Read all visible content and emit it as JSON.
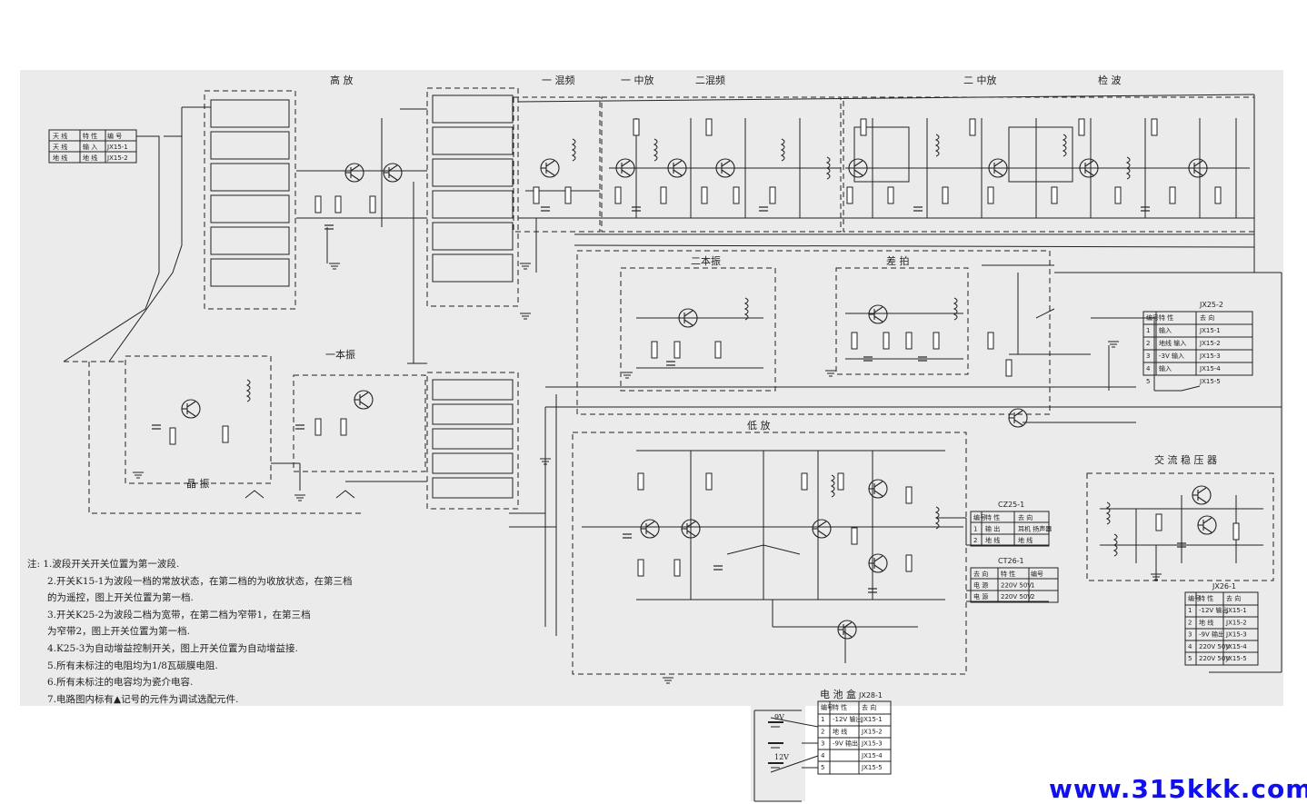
{
  "section_labels": {
    "rf_amp": "高 放",
    "if1": "一 混频",
    "if1_amp": "一 中放",
    "mixer2": "二混频",
    "if2_amp": "二 中放",
    "detect": "检 波",
    "local_osc2": "二本振",
    "aux_osc": "差 拍",
    "local_osc1": "一本振",
    "osc_left": "晶 振",
    "audio": "低 放",
    "power_section": "交 流 稳 压 器",
    "battery_box": "电 池 盒"
  },
  "notes": [
    "注: 1.波段开关开关位置为第一波段.",
    "2.开关K15-1为波段一档的常放状态，在第二档的为收放状态，在第三档",
    "的为遥控，图上开关位置为第一档.",
    "3.开关K25-2为波段二档为宽带，在第二档为窄带1，在第三档",
    "为窄带2，图上开关位置为第一档.",
    "4.K25-3为自动增益控制开关，图上开关位置为自动增益接.",
    "5.所有未标注的电阻均为1/8瓦碳膜电阻.",
    "6.所有未标注的电容均为瓷介电容.",
    "7.电路图内标有▲记号的元件为调试选配元件."
  ],
  "table_jx25_2": {
    "title": "JX25-2",
    "headers": [
      "编号",
      "特 性",
      "去 向"
    ],
    "rows": [
      [
        "1",
        "输入",
        "JX15-1"
      ],
      [
        "2",
        "地线 输入",
        "JX15-2"
      ],
      [
        "3",
        "-3V 输入",
        "JX15-3"
      ],
      [
        "4",
        "输入",
        "JX15-4"
      ],
      [
        "5",
        "",
        "JX15-5"
      ]
    ]
  },
  "table_cz25": {
    "title": "CZ25-1",
    "headers": [
      "编号",
      "特 性",
      "去 向"
    ],
    "rows": [
      [
        "1",
        "输 出",
        "耳机 扬声器"
      ],
      [
        "2",
        "地 线",
        "地 线"
      ]
    ]
  },
  "table_ct": {
    "title": "CT26-1",
    "headers": [
      "去 向",
      "特 性",
      "编号"
    ],
    "rows": [
      [
        "电 源",
        "220V 50V",
        "1"
      ],
      [
        "电 源",
        "220V 50V",
        "2"
      ]
    ]
  },
  "table_jx26": {
    "title": "JX26-1",
    "headers": [
      "编号",
      "特 性",
      "去 向"
    ],
    "rows": [
      [
        "1",
        "-12V 输出",
        "JX15-1"
      ],
      [
        "2",
        "地 线",
        "JX15-2"
      ],
      [
        "3",
        "-9V 输出",
        "JX15-3"
      ],
      [
        "4",
        "220V 50V",
        "JX15-4"
      ],
      [
        "5",
        "220V 50V",
        "JX15-5"
      ]
    ]
  },
  "table_battery": {
    "title": "JX28-1",
    "headers": [
      "编号",
      "特 性",
      "去 向"
    ],
    "rows": [
      [
        "1",
        "-12V 输出",
        "JX15-1"
      ],
      [
        "2",
        "地 线",
        "JX15-2"
      ],
      [
        "3",
        "-9V 输出",
        "JX15-3"
      ],
      [
        "4",
        "",
        "JX15-4"
      ],
      [
        "5",
        "",
        "JX15-5"
      ]
    ]
  },
  "table_antenna": {
    "rows": [
      [
        "天 线",
        "特 性",
        "编 号"
      ],
      [
        "天 线",
        "输 入",
        "JX15-1"
      ],
      [
        "地 线",
        "地 线",
        "JX15-2"
      ]
    ]
  },
  "battery_labels": {
    "v9": "9V",
    "v12": "12V"
  },
  "watermark": "www.315kkk.com",
  "colors": {
    "ink": "#222222",
    "watermark": "#1010ee"
  }
}
